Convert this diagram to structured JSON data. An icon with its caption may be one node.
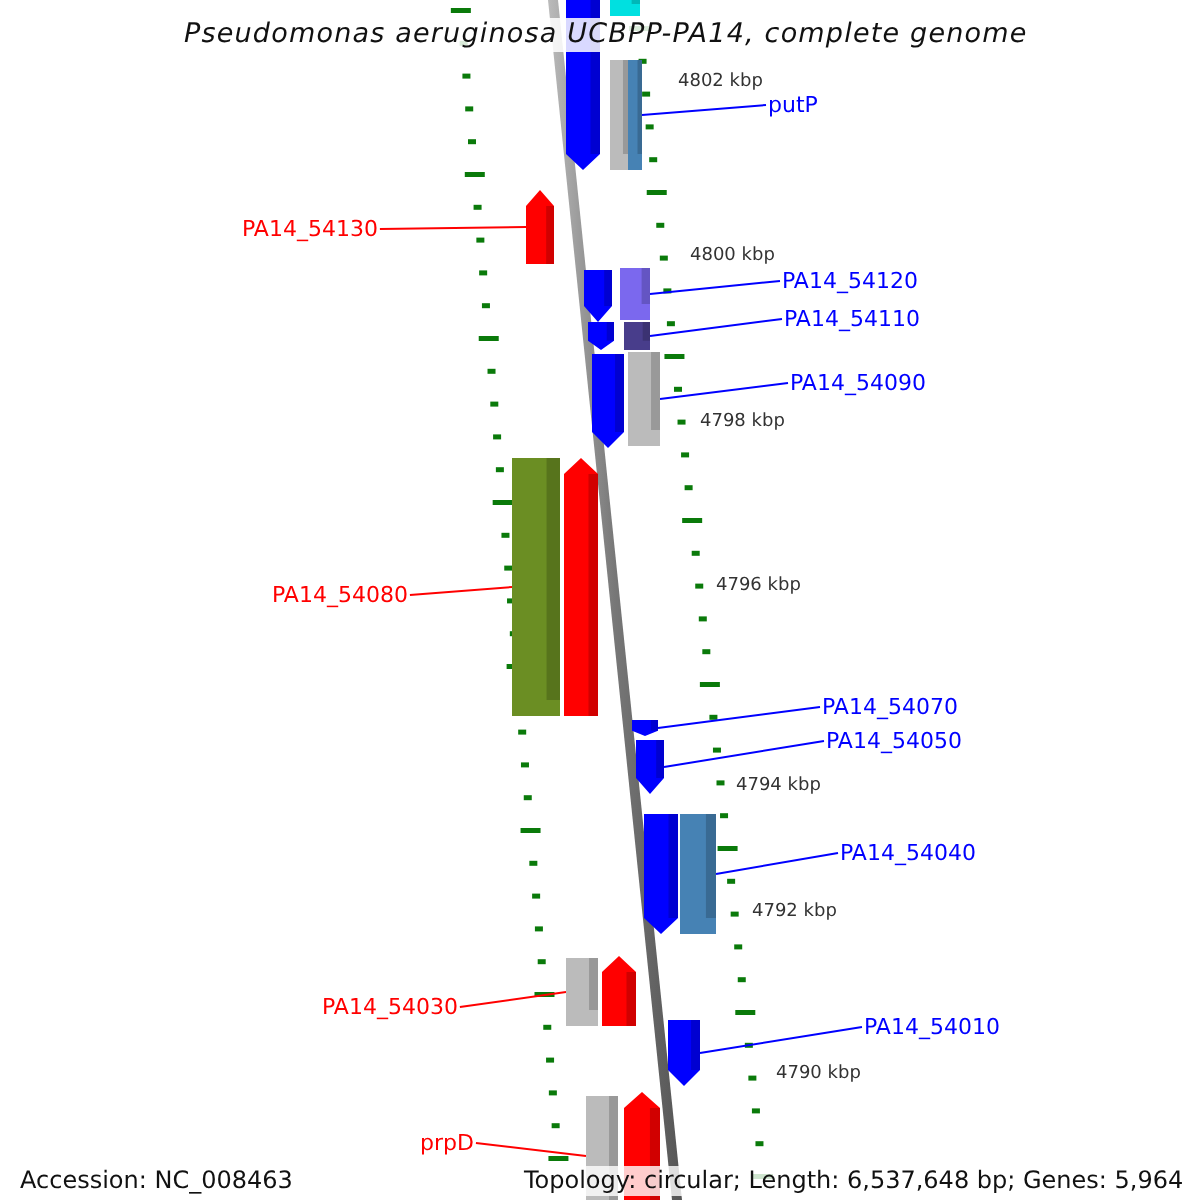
{
  "diagram": {
    "title": "Pseudomonas aeruginosa UCBPP-PA14, complete genome",
    "nodes": [
      {
        "text": [
          "putP"
        ]
      },
      {
        "text": [],
        "shape": "bar"
      },
      {
        "text": [
          "PA14_54130"
        ]
      },
      {
        "text": [],
        "shape": "bar"
      },
      {
        "text": [
          "PA14_54120"
        ]
      },
      {
        "text": [],
        "shape": "bar"
      },
      {
        "text": [
          "PA14_54110"
        ]
      },
      {
        "text": [],
        "shape": "bar"
      },
      {
        "text": [
          "PA14_54090"
        ]
      },
      {
        "text": [],
        "shape": "bar"
      },
      {
        "text": [
          "PA14_54080"
        ]
      },
      {
        "text": [],
        "shape": "bar"
      },
      {
        "text": [
          "PA14_54070"
        ]
      },
      {
        "text": [],
        "shape": "bar"
      },
      {
        "text": [
          "PA14_54050"
        ]
      },
      {
        "text": [],
        "shape": "bar"
      },
      {
        "text": [
          "PA14_54040"
        ]
      },
      {
        "text": [],
        "shape": "bar"
      },
      {
        "text": [
          "PA14_54030"
        ]
      },
      {
        "text": [],
        "shape": "bar"
      },
      {
        "text": [
          "PA14_54010"
        ]
      },
      {
        "text": [],
        "shape": "bar"
      },
      {
        "text": [
          "prpD"
        ]
      },
      {
        "text": [],
        "shape": "bar"
      },
      {
        "text": [],
        "shape": "bar"
      },
      {
        "text": [],
        "shape": "box"
      },
      {
        "text": [],
        "shape": "box"
      },
      {
        "text": [],
        "shape": "bar"
      },
      {
        "text": [],
        "shape": "bar"
      },
      {
        "text": [],
        "shape": "bar"
      },
      {
        "text": [],
        "shape": "bar"
      },
      {
        "text": [],
        "shape": "bar"
      },
      {
        "text": [],
        "shape": "bar"
      },
      {
        "text": [],
        "shape": "bar"
      }
    ],
    "edges": [
      {
        "from": 0,
        "to": 1,
        "arrow": "none"
      },
      {
        "from": 2,
        "to": 3,
        "arrow": "none",
        "color": "#ff0000"
      },
      {
        "from": 4,
        "to": 5,
        "arrow": "none"
      },
      {
        "from": 6,
        "to": 7,
        "arrow": "none"
      },
      {
        "from": 8,
        "to": 9,
        "arrow": "none"
      },
      {
        "from": 10,
        "to": 11,
        "arrow": "none",
        "color": "#ff0000"
      },
      {
        "from": 12,
        "to": 13,
        "arrow": "none"
      },
      {
        "from": 14,
        "to": 15,
        "arrow": "none"
      },
      {
        "from": 16,
        "to": 17,
        "arrow": "none"
      },
      {
        "from": 18,
        "to": 19,
        "arrow": "none",
        "color": "#ff0000"
      },
      {
        "from": 20,
        "to": 21,
        "arrow": "none"
      },
      {
        "from": 22,
        "to": 23,
        "arrow": "none",
        "color": "#ff0000"
      }
    ],
    "labels": [
      "4802 kbp",
      "4800 kbp",
      "4798 kbp",
      "4796 kbp",
      "4794 kbp",
      "4792 kbp",
      "4790 kbp",
      "Accession: NC_008463",
      "Topology: circular; Length: 6,537,648 bp; Genes: 5,964"
    ]
  }
}
